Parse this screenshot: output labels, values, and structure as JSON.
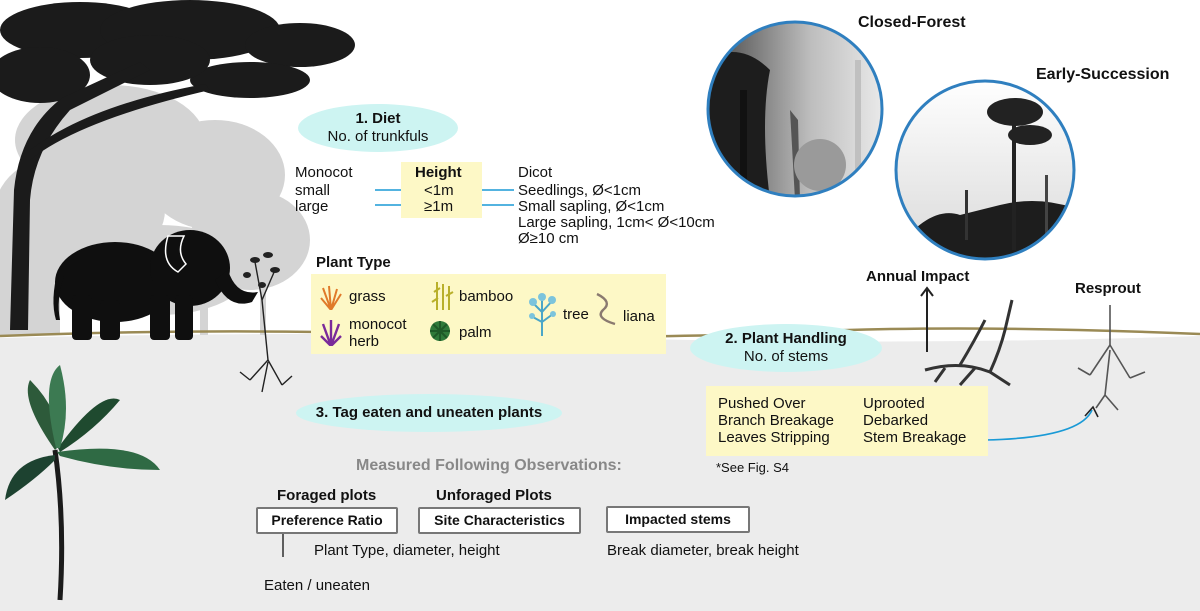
{
  "habitats": {
    "closed_forest": "Closed-Forest",
    "early_succession": "Early-Succession"
  },
  "diet": {
    "title": "1. Diet",
    "subtitle": "No. of trunkfuls"
  },
  "height_table": {
    "monocot": {
      "header": "Monocot",
      "small": "small",
      "large": "large"
    },
    "height": {
      "header": "Height",
      "low": "<1m",
      "high": "≥1m"
    },
    "dicot": {
      "header": "Dicot",
      "rows": [
        "Seedlings, Ø<1cm",
        "Small sapling, Ø<1cm",
        "Large sapling, 1cm< Ø<10cm",
        "Ø≥10 cm"
      ]
    }
  },
  "plant_type": {
    "title": "Plant Type",
    "items": {
      "grass": "grass",
      "monocot": "monocot",
      "herb": "herb",
      "bamboo": "bamboo",
      "palm": "palm",
      "tree": "tree",
      "liana": "liana"
    }
  },
  "plant_handling": {
    "title": "2. Plant Handling",
    "subtitle": "No. of stems"
  },
  "impacts": {
    "col1": [
      "Pushed Over",
      "Branch Breakage",
      "Leaves Stripping"
    ],
    "col2": [
      "Uprooted",
      "Debarked",
      "Stem Breakage"
    ],
    "note": "*See Fig. S4"
  },
  "annual_impact": "Annual Impact",
  "resprout": "Resprout",
  "tag": "3. Tag eaten and uneaten plants",
  "measured": {
    "title": "Measured Following Observations:",
    "foraged_header": "Foraged plots",
    "unforaged_header": "Unforaged Plots",
    "preference_ratio": "Preference Ratio",
    "site_characteristics": "Site Characteristics",
    "impacted_stems": "Impacted stems",
    "plant_details": "Plant Type, diameter, height",
    "break_details": "Break diameter, break height",
    "eaten": "Eaten / uneaten"
  },
  "colors": {
    "ellipse": "#cdf4f2",
    "box": "#fdf8c6",
    "circle_border": "#2f7fbf",
    "ground_line": "#9a8a55",
    "connector": "#1a9ad6",
    "grey_text": "#888888"
  }
}
